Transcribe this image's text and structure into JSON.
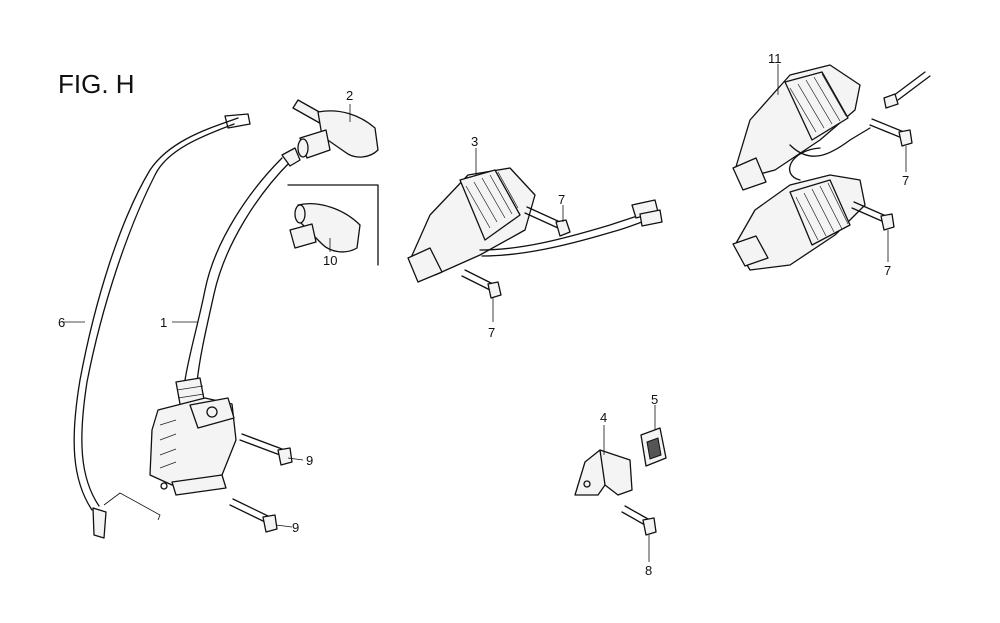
{
  "figure": {
    "title": "FIG. H"
  },
  "callouts": {
    "c1": "1",
    "c2": "2",
    "c3": "3",
    "c4": "4",
    "c5": "5",
    "c6": "6",
    "c7a": "7",
    "c7b": "7",
    "c7c": "7",
    "c7d": "7",
    "c8": "8",
    "c9a": "9",
    "c9b": "9",
    "c10": "10",
    "c11": "11"
  },
  "icons": {
    "ignition_coil": "ignition-coil-icon",
    "plug_cap": "spark-plug-cap-icon",
    "charge_coil": "charge-coil-icon",
    "bracket": "bracket-icon",
    "grommet": "grommet-icon",
    "bolt": "bolt-icon",
    "wire": "wire-icon"
  }
}
